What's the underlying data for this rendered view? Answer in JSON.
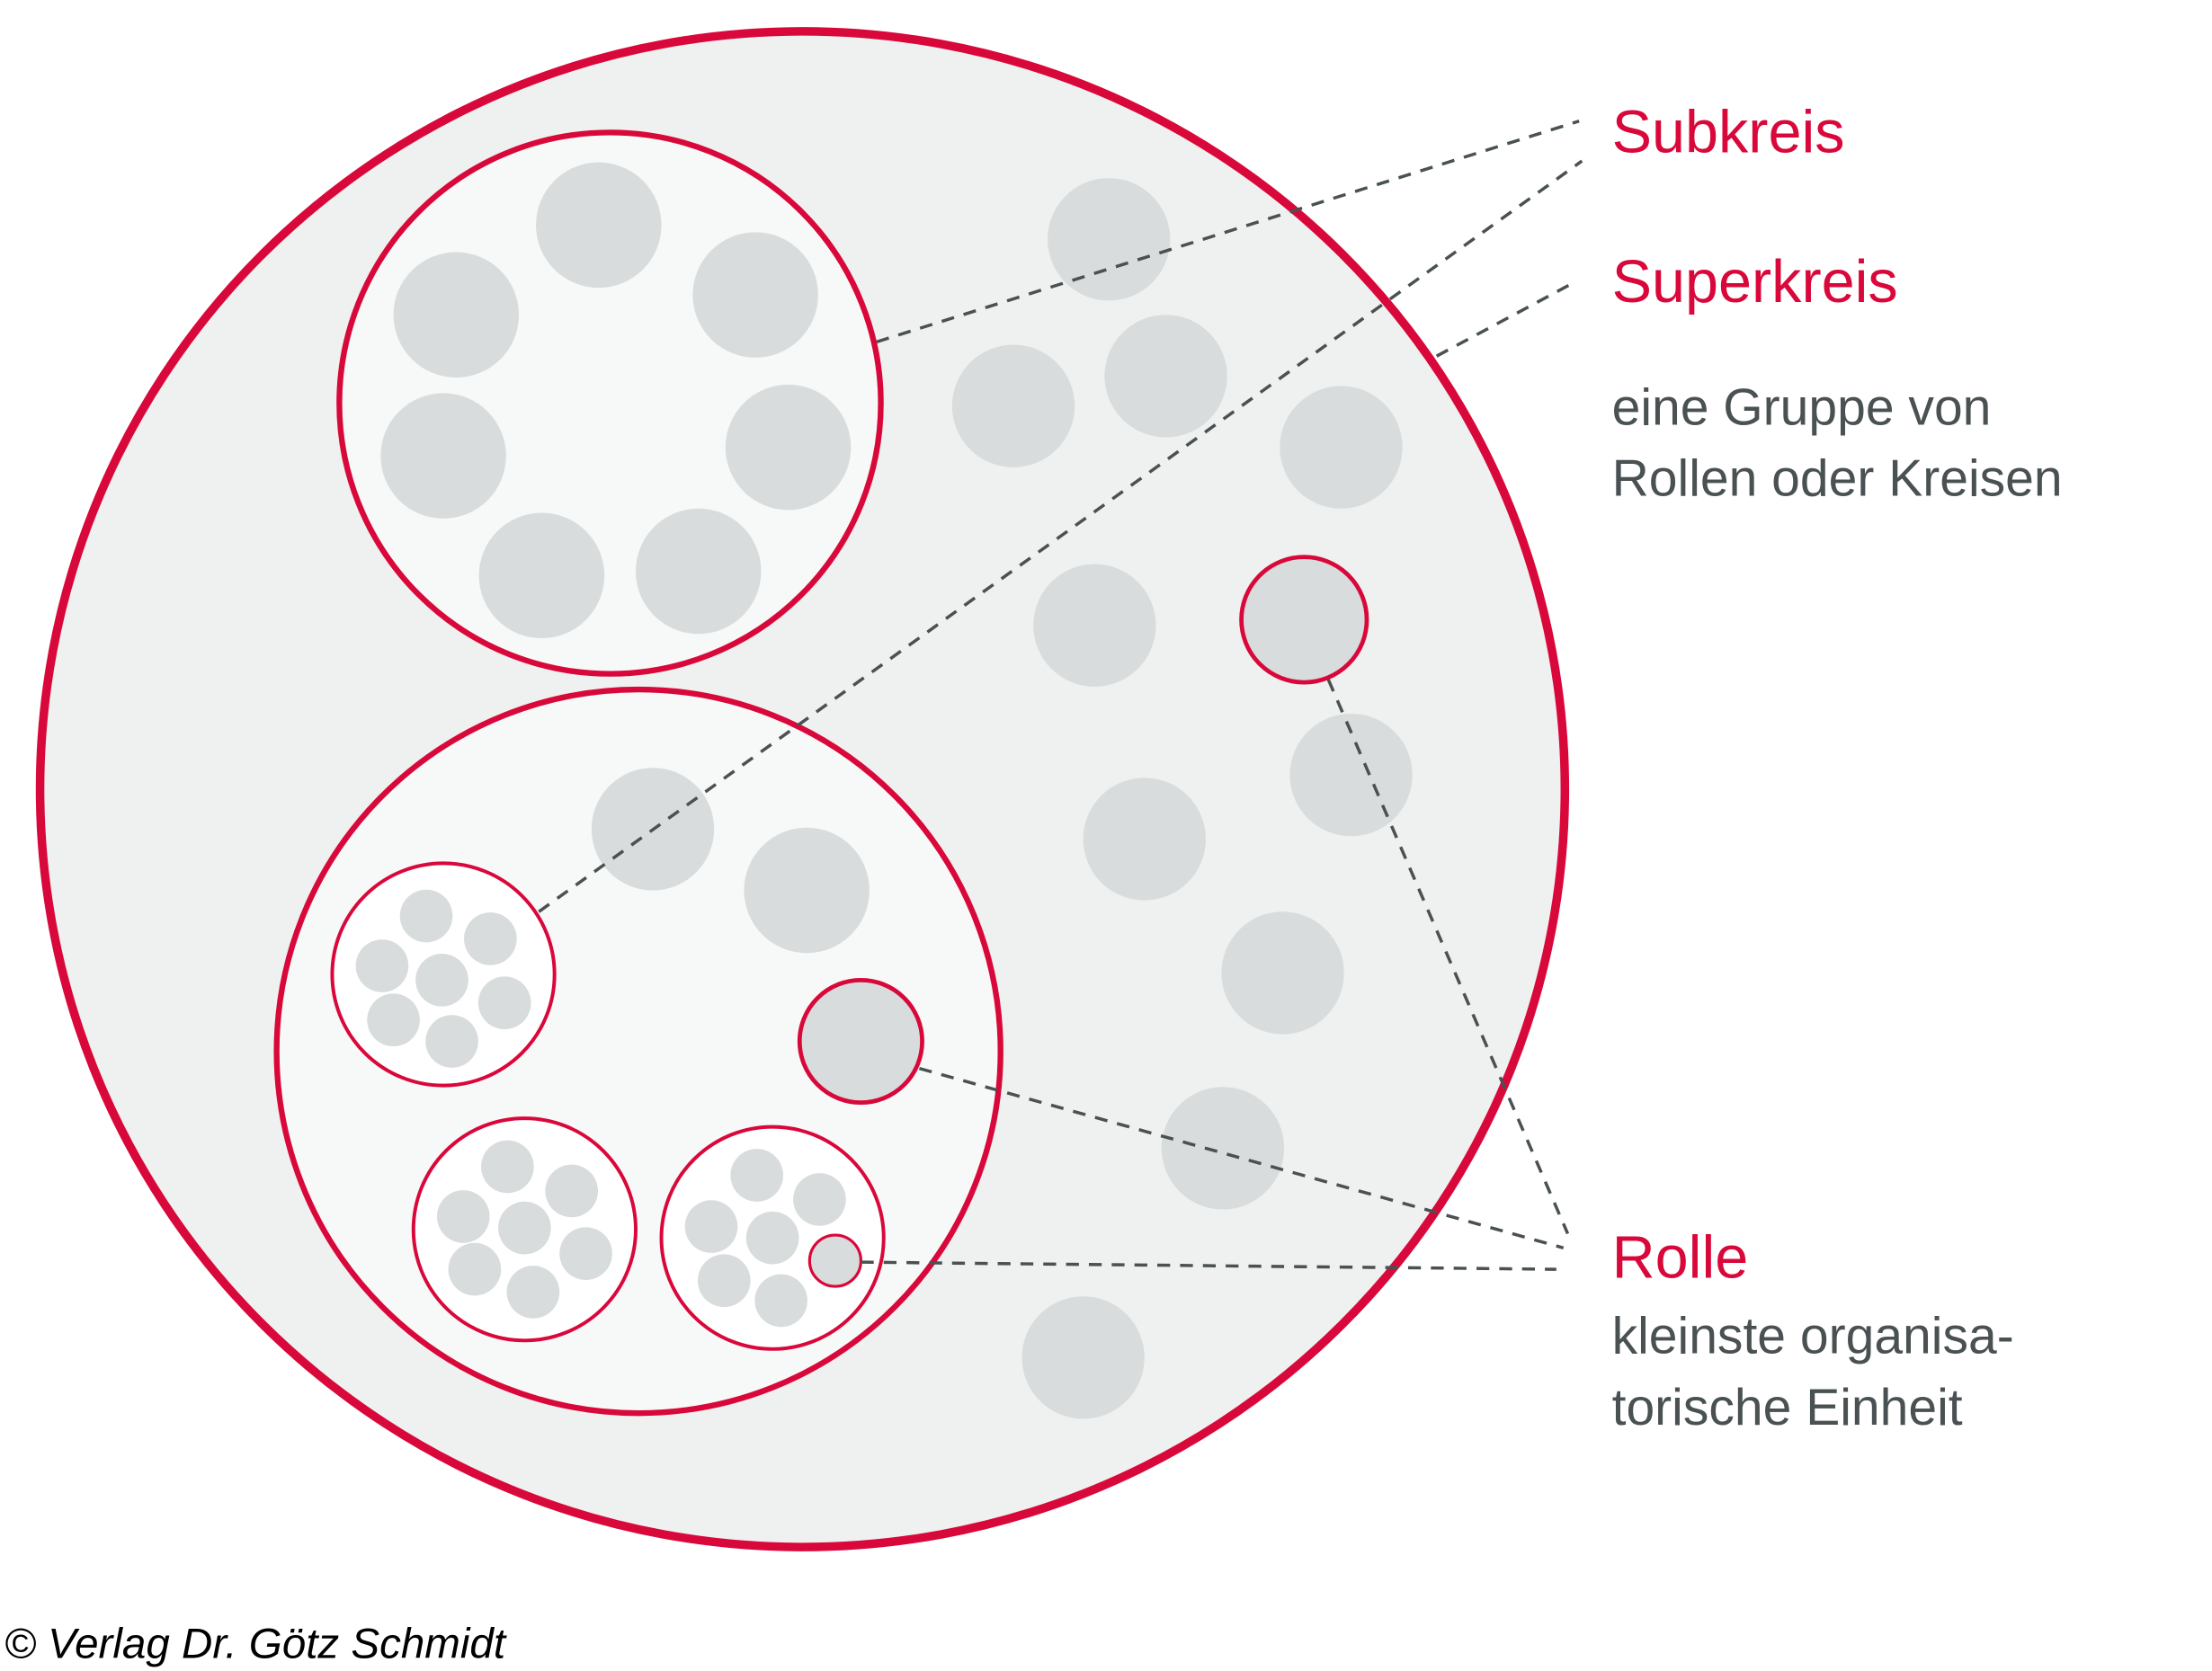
{
  "labels": {
    "subkreis": "Subkreis",
    "superkreis": "Superkreis",
    "superkreis_desc": [
      "eine Gruppe von",
      "Rollen oder Kreisen"
    ],
    "rolle": "Rolle",
    "rolle_desc": [
      "kleinste organisa-",
      "torische Einheit"
    ]
  },
  "copyright": "© Verlag Dr. Götz Schmidt",
  "colors": {
    "accent": "#d9083a",
    "role_fill": "#d8dcdc",
    "outer_fill": "#eff0f0",
    "inner_fill": "#f7f8f8",
    "text_grey": "#4a5152"
  }
}
